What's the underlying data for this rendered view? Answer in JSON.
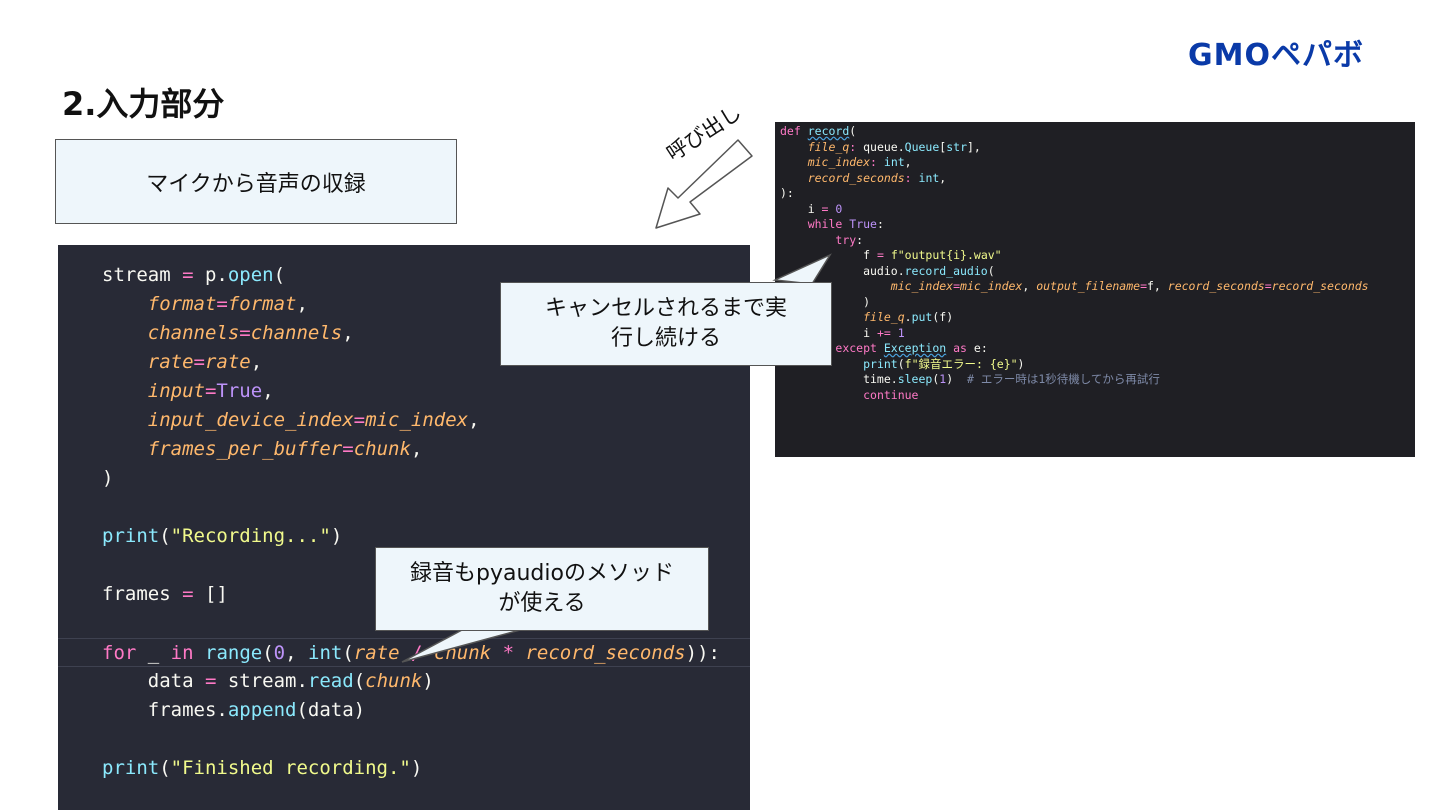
{
  "header": {
    "logo_text": "GMOペパボ",
    "title": "2.入力部分"
  },
  "label_box": {
    "text": "マイクから音声の収録"
  },
  "call_annotation": {
    "text": "呼び出し"
  },
  "callouts": [
    {
      "lines": [
        "キャンセルされるまで実",
        "行し続ける"
      ]
    },
    {
      "lines": [
        "録音もpyaudioのメソッド",
        "が使える"
      ]
    }
  ],
  "colors": {
    "logo": "#0a3aa8",
    "code_bg": "#282a36",
    "callout_bg": "#eef6fb"
  },
  "code_main": {
    "lines": [
      [
        [
          "",
          "stream "
        ],
        [
          "op",
          "="
        ],
        [
          "",
          " p."
        ],
        [
          "fn",
          "open"
        ],
        [
          "",
          "("
        ]
      ],
      [
        [
          "",
          "    "
        ],
        [
          "pr",
          "format"
        ],
        [
          "op",
          "="
        ],
        [
          "pr",
          "format"
        ],
        [
          "",
          ","
        ]
      ],
      [
        [
          "",
          "    "
        ],
        [
          "pr",
          "channels"
        ],
        [
          "op",
          "="
        ],
        [
          "pr",
          "channels"
        ],
        [
          "",
          ","
        ]
      ],
      [
        [
          "",
          "    "
        ],
        [
          "pr",
          "rate"
        ],
        [
          "op",
          "="
        ],
        [
          "pr",
          "rate"
        ],
        [
          "",
          ","
        ]
      ],
      [
        [
          "",
          "    "
        ],
        [
          "pr",
          "input"
        ],
        [
          "op",
          "="
        ],
        [
          "nm",
          "True"
        ],
        [
          "",
          ","
        ]
      ],
      [
        [
          "",
          "    "
        ],
        [
          "pr",
          "input_device_index"
        ],
        [
          "op",
          "="
        ],
        [
          "pr",
          "mic_index"
        ],
        [
          "",
          ","
        ]
      ],
      [
        [
          "",
          "    "
        ],
        [
          "pr",
          "frames_per_buffer"
        ],
        [
          "op",
          "="
        ],
        [
          "pr",
          "chunk"
        ],
        [
          "",
          ","
        ]
      ],
      [
        [
          "",
          ")"
        ]
      ],
      [
        [
          "",
          ""
        ]
      ],
      [
        [
          "fn",
          "print"
        ],
        [
          "",
          "("
        ],
        [
          "st",
          "\"Recording...\""
        ],
        [
          "",
          ")"
        ]
      ],
      [
        [
          "",
          ""
        ]
      ],
      [
        [
          "",
          "frames "
        ],
        [
          "op",
          "="
        ],
        [
          "",
          " []"
        ]
      ],
      [
        [
          "",
          ""
        ]
      ],
      [
        [
          "kw",
          "for"
        ],
        [
          "",
          " _ "
        ],
        [
          "kw",
          "in"
        ],
        [
          "",
          " "
        ],
        [
          "fn",
          "range"
        ],
        [
          "",
          "("
        ],
        [
          "nm",
          "0"
        ],
        [
          "",
          ", "
        ],
        [
          "fn",
          "int"
        ],
        [
          "",
          "("
        ],
        [
          "pr",
          "rate"
        ],
        [
          "",
          " "
        ],
        [
          "op",
          "/"
        ],
        [
          "",
          " "
        ],
        [
          "pr",
          "chunk"
        ],
        [
          "",
          " "
        ],
        [
          "op",
          "*"
        ],
        [
          "",
          " "
        ],
        [
          "pr",
          "record_seconds"
        ],
        [
          "",
          ")):"
        ]
      ],
      [
        [
          "",
          "    data "
        ],
        [
          "op",
          "="
        ],
        [
          "",
          " stream."
        ],
        [
          "fn",
          "read"
        ],
        [
          "",
          "("
        ],
        [
          "pr",
          "chunk"
        ],
        [
          "",
          ")"
        ]
      ],
      [
        [
          "",
          "    frames."
        ],
        [
          "fn",
          "append"
        ],
        [
          "",
          "(data)"
        ]
      ],
      [
        [
          "",
          ""
        ]
      ],
      [
        [
          "fn",
          "print"
        ],
        [
          "",
          "("
        ],
        [
          "st",
          "\"Finished recording.\""
        ],
        [
          "",
          ")"
        ]
      ]
    ]
  },
  "code_side": {
    "lines": [
      [
        [
          "kw",
          "def"
        ],
        [
          "",
          " "
        ],
        [
          "fnsq",
          "record"
        ],
        [
          "",
          "("
        ]
      ],
      [
        [
          "",
          "    "
        ],
        [
          "pr",
          "file_q"
        ],
        [
          "op",
          ":"
        ],
        [
          "",
          " queue."
        ],
        [
          "fn",
          "Queue"
        ],
        [
          "",
          "["
        ],
        [
          "fn",
          "str"
        ],
        [
          "",
          "],"
        ]
      ],
      [
        [
          "",
          "    "
        ],
        [
          "pr",
          "mic_index"
        ],
        [
          "op",
          ":"
        ],
        [
          "",
          " "
        ],
        [
          "fn",
          "int"
        ],
        [
          "",
          ","
        ]
      ],
      [
        [
          "",
          "    "
        ],
        [
          "pr",
          "record_seconds"
        ],
        [
          "op",
          ":"
        ],
        [
          "",
          " "
        ],
        [
          "fn",
          "int"
        ],
        [
          "",
          ","
        ]
      ],
      [
        [
          "",
          "):"
        ]
      ],
      [
        [
          "",
          "    i "
        ],
        [
          "op",
          "="
        ],
        [
          "",
          " "
        ],
        [
          "nm",
          "0"
        ]
      ],
      [
        [
          "",
          "    "
        ],
        [
          "kw",
          "while"
        ],
        [
          "",
          " "
        ],
        [
          "nm",
          "True"
        ],
        [
          "",
          ":"
        ]
      ],
      [
        [
          "",
          "        "
        ],
        [
          "kw",
          "try"
        ],
        [
          "",
          ":"
        ]
      ],
      [
        [
          "",
          "            f "
        ],
        [
          "op",
          "="
        ],
        [
          "",
          " "
        ],
        [
          "st",
          "f\"output{i}.wav\""
        ]
      ],
      [
        [
          "",
          "            audio."
        ],
        [
          "fn",
          "record_audio"
        ],
        [
          "",
          "("
        ]
      ],
      [
        [
          "",
          "                "
        ],
        [
          "pr",
          "mic_index"
        ],
        [
          "op",
          "="
        ],
        [
          "pr",
          "mic_index"
        ],
        [
          "",
          ", "
        ],
        [
          "pr",
          "output_filename"
        ],
        [
          "op",
          "="
        ],
        [
          "",
          "f, "
        ],
        [
          "pr",
          "record_seconds"
        ],
        [
          "op",
          "="
        ],
        [
          "pr",
          "record_seconds"
        ]
      ],
      [
        [
          "",
          "            )"
        ]
      ],
      [
        [
          "",
          "            "
        ],
        [
          "pr",
          "file_q"
        ],
        [
          "",
          "."
        ],
        [
          "fn",
          "put"
        ],
        [
          "",
          "(f)"
        ]
      ],
      [
        [
          "",
          "            i "
        ],
        [
          "op",
          "+="
        ],
        [
          "",
          " "
        ],
        [
          "nm",
          "1"
        ]
      ],
      [
        [
          "",
          "        "
        ],
        [
          "kw",
          "except"
        ],
        [
          "",
          " "
        ],
        [
          "fnsq",
          "Exception"
        ],
        [
          "",
          " "
        ],
        [
          "kw",
          "as"
        ],
        [
          "",
          " e:"
        ]
      ],
      [
        [
          "",
          "            "
        ],
        [
          "fn",
          "print"
        ],
        [
          "",
          "("
        ],
        [
          "st",
          "f\"録音エラー: {e}\""
        ],
        [
          "",
          ")"
        ]
      ],
      [
        [
          "",
          "            time."
        ],
        [
          "fn",
          "sleep"
        ],
        [
          "",
          "("
        ],
        [
          "nm",
          "1"
        ],
        [
          "",
          ")  "
        ],
        [
          "cm",
          "# エラー時は1秒待機してから再試行"
        ]
      ],
      [
        [
          "",
          "            "
        ],
        [
          "kw",
          "continue"
        ]
      ]
    ]
  }
}
